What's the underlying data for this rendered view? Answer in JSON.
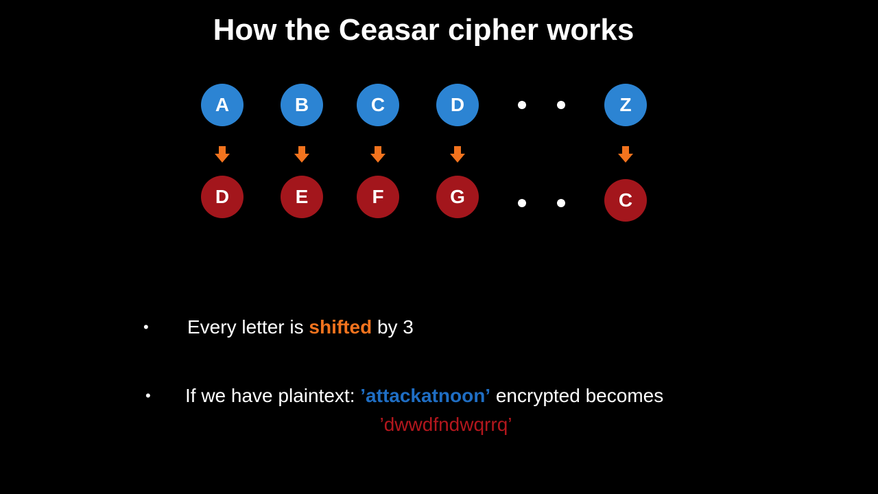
{
  "title": "How the Ceasar cipher works",
  "colors": {
    "plain_circle": "#2c84d3",
    "cipher_circle": "#a3161c",
    "arrow": "#f2731e",
    "highlight_orange": "#f2731e",
    "highlight_blue": "#1f6ec4",
    "ciphertext": "#b3171d"
  },
  "mapping": {
    "plain": [
      "A",
      "B",
      "C",
      "D",
      "Z"
    ],
    "cipher": [
      "D",
      "E",
      "F",
      "G",
      "C"
    ]
  },
  "bullets": {
    "b1": {
      "prefix": "Every letter is ",
      "highlight": "shifted",
      "suffix": " by 3"
    },
    "b2": {
      "prefix": "If we have plaintext: ",
      "highlight": "’attackatnoon’",
      "suffix": " encrypted becomes"
    },
    "ciphertext": "’dwwdfndwqrrq’"
  },
  "bullet_symbol": "•"
}
